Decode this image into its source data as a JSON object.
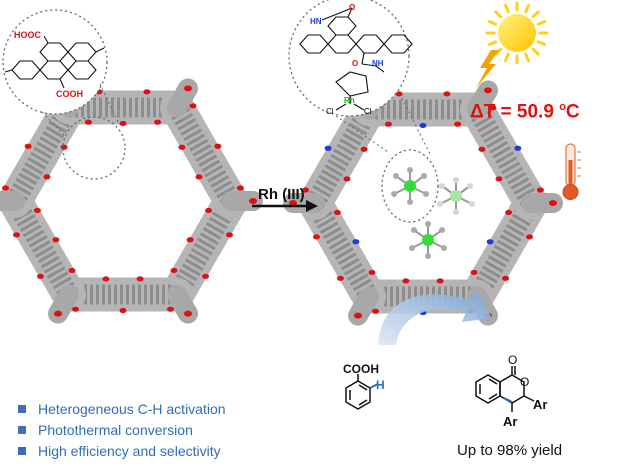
{
  "labels": {
    "reagent": "Rh (III)",
    "delta_t_prefix": "ΔT = 50.9 ",
    "delta_t_unit_super": "o",
    "delta_t_unit": "C",
    "yield": "Up to 98% yield"
  },
  "molecules": {
    "linker_top_acid": "HOOC",
    "linker_bottom_acid": "COOH",
    "amide_top": "HN",
    "amide_bottom_nh": "NH",
    "amide_o": "O",
    "rh_metal": "Rh",
    "rh_cl": "Cl",
    "substrate_acid": "COOH",
    "substrate_h": "H",
    "product_carbonyl_o": "O",
    "product_ring_o": "O",
    "product_ar": "Ar"
  },
  "bullets": [
    "Heterogeneous C-H activation",
    "Photothermal conversion",
    "High efficiency and selectivity"
  ],
  "colors": {
    "framework": "#9a9a9a",
    "oxygen": "#dd1111",
    "nitrogen": "#1a3fd6",
    "rhodium": "#33dd33",
    "sun": "#ffd21a",
    "bolt": "#f2a500",
    "accent_blue": "#4a86cc",
    "bullet_text": "#2f6eb5",
    "delta_t": "#e01010"
  }
}
